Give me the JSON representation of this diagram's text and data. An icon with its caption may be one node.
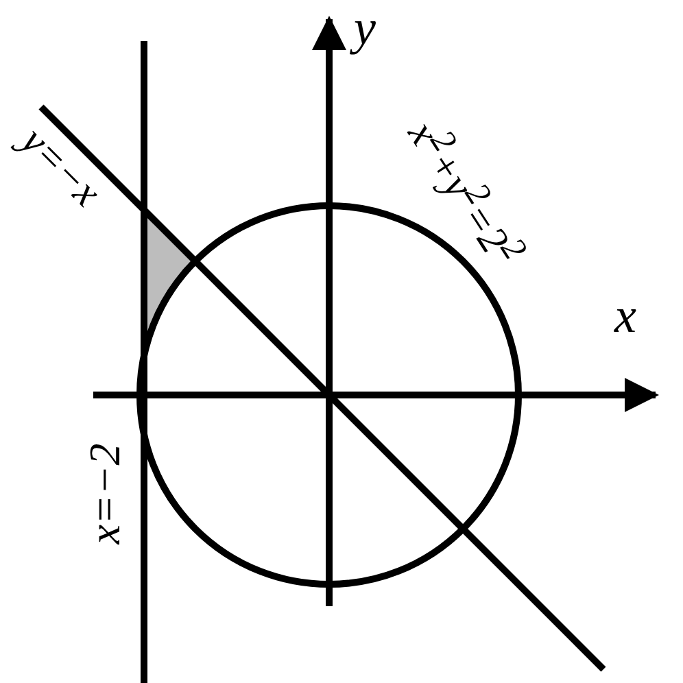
{
  "diagram": {
    "labels": [
      "y",
      "x",
      "y=−x",
      "x$^{2}$+y$^{2}$=2$^{2}$",
      "x=−2"
    ]
  }
}
